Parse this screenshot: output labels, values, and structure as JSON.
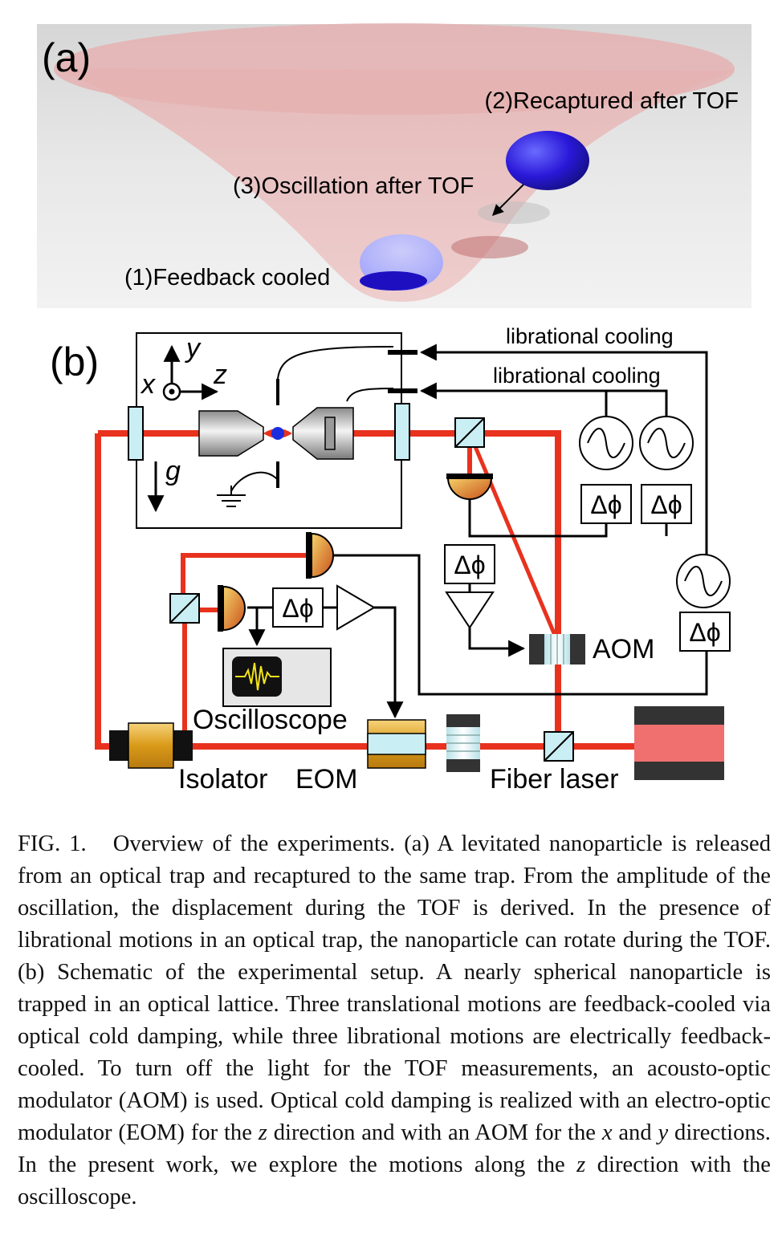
{
  "panel_a": {
    "tag": "(a)",
    "label_recaptured": "(2)Recaptured after TOF",
    "label_oscillation": "(3)Oscillation after TOF",
    "label_feedback": "(1)Feedback cooled"
  },
  "panel_b": {
    "tag": "(b)",
    "axis_y": "y",
    "axis_x": "x",
    "axis_z": "z",
    "gravity": "g",
    "librational_1": "librational cooling",
    "librational_2": "librational cooling",
    "phase": "Δϕ",
    "aom": "AOM",
    "oscilloscope": "Oscilloscope",
    "isolator": "Isolator",
    "eom": "EOM",
    "fiber_laser": "Fiber laser"
  },
  "caption": {
    "fig_label": "FIG. 1.",
    "s1": "Overview of the experiments.  (a) A levitated nanoparticle is released from an optical trap and recaptured to the same trap. From the amplitude of the oscillation, the displacement during the TOF is derived. In the presence of librational motions in an optical trap, the nanoparticle can rotate during the TOF. (b) Schematic of the experimental setup.  A nearly spherical nanoparticle is trapped in an optical lattice. Three translational motions are feedback-cooled via optical cold damping, while three librational motions are electrically feedback-cooled.  To turn off the light for the TOF measurements, an acousto-optic modulator (AOM) is used. Optical cold damping is realized with an electro-optic modulator (EOM) for the",
    "v1": "z",
    "s2": "direction and with an AOM for the",
    "v2": "x",
    "s3": "and",
    "v3": "y",
    "s4": "directions. In the present work, we explore the motions along the",
    "v4": "z",
    "s5": "direction with the oscilloscope."
  }
}
